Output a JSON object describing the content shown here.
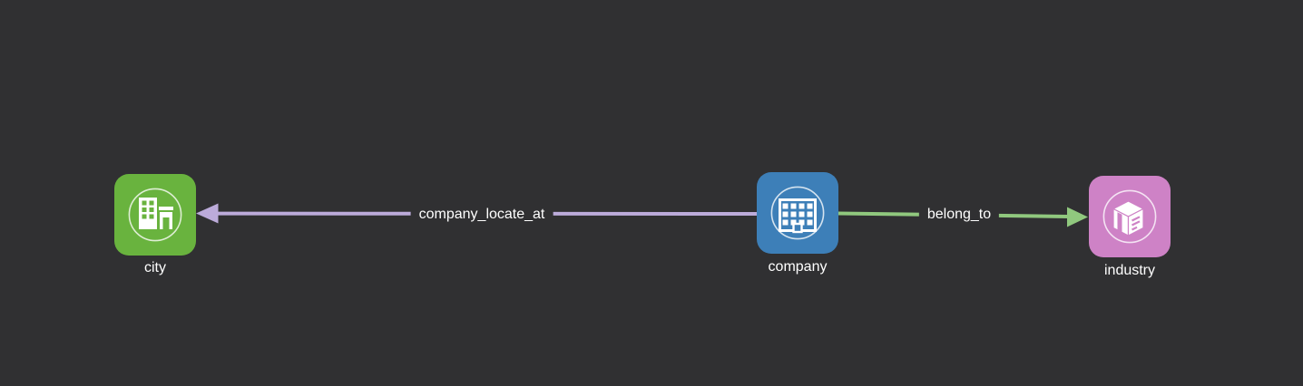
{
  "canvas": {
    "background_color": "#303032"
  },
  "graph": {
    "nodes": [
      {
        "label": "city",
        "color": "#69b33e",
        "icon": "city-buildings-icon"
      },
      {
        "label": "company",
        "color": "#3d7fb8",
        "icon": "office-building-icon"
      },
      {
        "label": "industry",
        "color": "#ce82c6",
        "icon": "industry-package-icon"
      }
    ],
    "edges": [
      {
        "label": "company_locate_at",
        "source": "company",
        "target": "city",
        "color": "#bcabda",
        "direction": "left"
      },
      {
        "label": "belong_to",
        "source": "company",
        "target": "industry",
        "color": "#90c87e",
        "direction": "right"
      }
    ]
  }
}
